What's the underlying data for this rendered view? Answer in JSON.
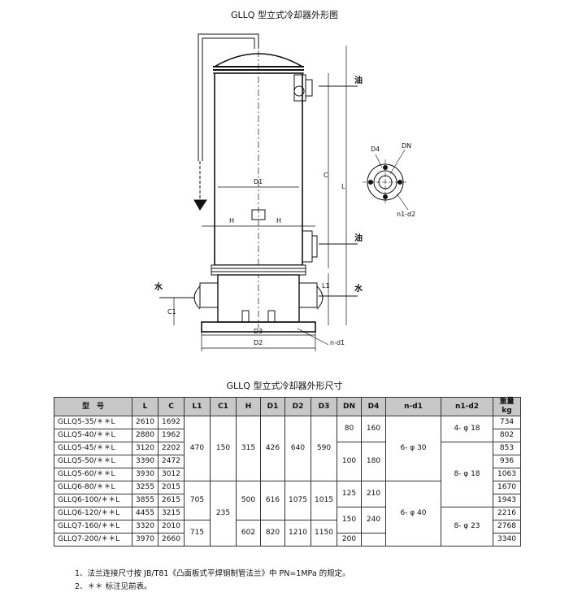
{
  "drawing": {
    "title": "GLLQ 型立式冷却器外形图",
    "labels": {
      "oil_in": "油",
      "oil_out": "油",
      "water_in": "水",
      "water_out": "水",
      "C": "C",
      "L": "L",
      "L1": "L1",
      "H": "H",
      "D1": "D1",
      "D2": "D2",
      "D3": "D3",
      "C1": "C1",
      "n_d1": "n-d1",
      "n1_d2": "n1-d2",
      "D4": "D4",
      "DN": "DN"
    }
  },
  "table": {
    "title": "GLLQ 型立式冷却器外形尺寸",
    "headers": {
      "model": "型　号",
      "L": "L",
      "C": "C",
      "L1": "L1",
      "C1": "C1",
      "H": "H",
      "D1": "D1",
      "D2": "D2",
      "D3": "D3",
      "DN": "DN",
      "D4": "D4",
      "n_d1": "n-d1",
      "n1_d2": "n1-d2",
      "weight": "重量",
      "weight_unit": "kg"
    },
    "rows": [
      {
        "model": "GLLQ5-35/＊＊L",
        "L": "2610",
        "C": "1692",
        "weight": "734"
      },
      {
        "model": "GLLQ5-40/＊＊L",
        "L": "2880",
        "C": "1962",
        "weight": "802"
      },
      {
        "model": "GLLQ5-45/＊＊L",
        "L": "3120",
        "C": "2202",
        "weight": "853"
      },
      {
        "model": "GLLQ5-50/＊＊L",
        "L": "3390",
        "C": "2472",
        "weight": "936"
      },
      {
        "model": "GLLQ5-60/＊＊L",
        "L": "3930",
        "C": "3012",
        "weight": "1063"
      },
      {
        "model": "GLLQ6-80/＊＊L",
        "L": "3255",
        "C": "2015",
        "weight": "1670"
      },
      {
        "model": "GLLQ6-100/＊＊L",
        "L": "3855",
        "C": "2615",
        "weight": "1943"
      },
      {
        "model": "GLLQ6-120/＊＊L",
        "L": "4455",
        "C": "3215",
        "weight": "2216"
      },
      {
        "model": "GLLQ7-160/＊＊L",
        "L": "3320",
        "C": "2010",
        "weight": "2768"
      },
      {
        "model": "GLLQ7-200/＊＊L",
        "L": "3970",
        "C": "2660",
        "weight": "3340"
      }
    ],
    "merged": {
      "L1_a": "470",
      "C1_a": "150",
      "H_a": "315",
      "D1_a": "426",
      "D2_a": "640",
      "D3_a": "590",
      "DN_a": "80",
      "D4_a": "160",
      "DN_b": "100",
      "D4_b": "180",
      "nd1_a": "6- φ 30",
      "n1d2_a": "4- φ 18",
      "n1d2_b": "8- φ 18",
      "L1_b": "705",
      "C1_b": "235",
      "H_b": "500",
      "D1_b": "616",
      "D2_b": "1075",
      "D3_b": "1015",
      "DN_c": "125",
      "D4_c": "210",
      "DN_d": "150",
      "D4_d": "240",
      "nd1_b": "6- φ 40",
      "L1_c": "715",
      "H_c": "602",
      "D1_c": "820",
      "D2_c": "1210",
      "D3_c": "1150",
      "DN_e": "200",
      "n1d2_c": "8- φ 23"
    }
  },
  "notes": [
    "1、法兰连接尺寸按 JB/T81《凸面板式平焊钢制管法兰》中 PN=1MPa 的规定。",
    "2、＊＊ 标注见前表。"
  ]
}
